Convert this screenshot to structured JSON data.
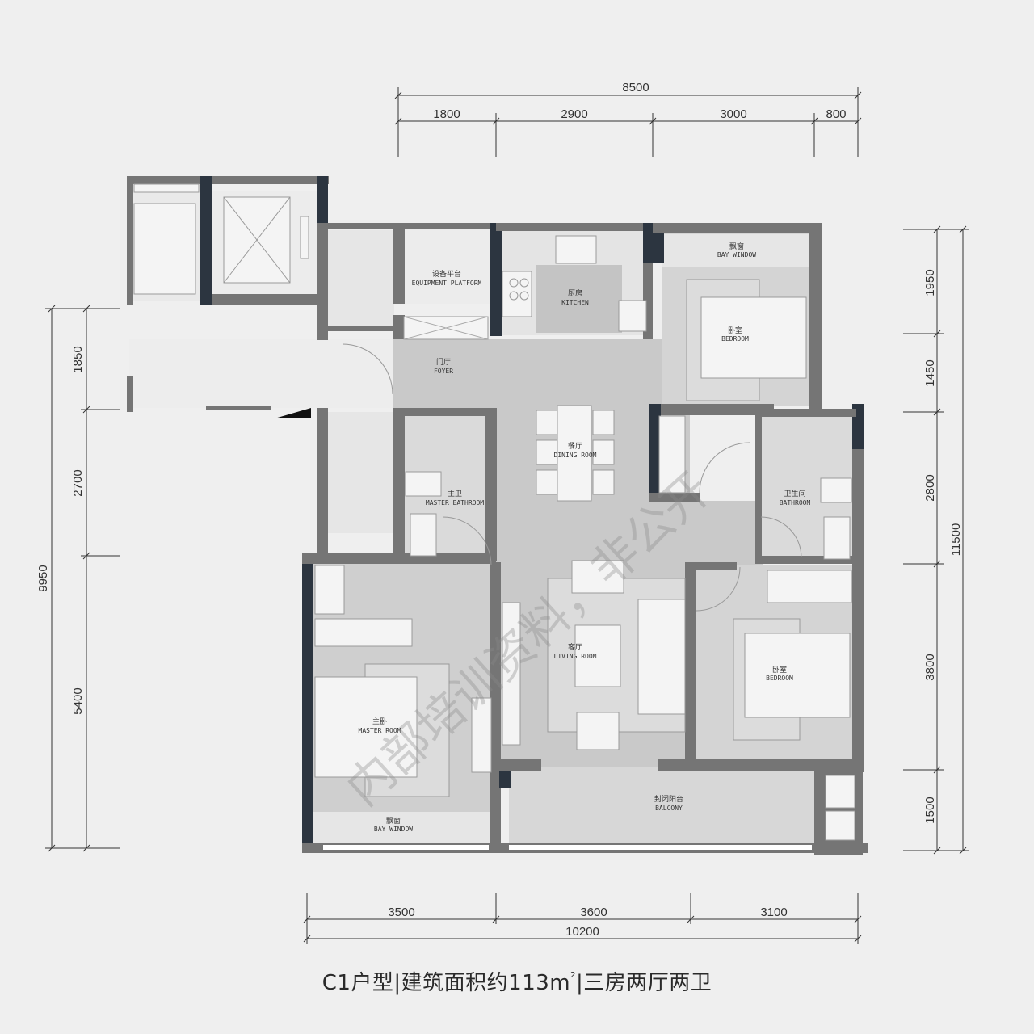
{
  "top_dims": {
    "total": "8500",
    "segments": [
      "1800",
      "2900",
      "3000",
      "800"
    ]
  },
  "bottom_dims": {
    "total": "10200",
    "segments": [
      "3500",
      "3600",
      "3100"
    ]
  },
  "left_dims": {
    "total": "9950",
    "segments": [
      "1850",
      "2700",
      "5400"
    ]
  },
  "right_dims": {
    "total": "11500",
    "segments": [
      "1950",
      "1450",
      "2800",
      "3800",
      "1500"
    ]
  },
  "rooms": {
    "equipment": {
      "cn": "设备平台",
      "en": "EQUIPMENT PLATFORM"
    },
    "kitchen": {
      "cn": "厨房",
      "en": "KITCHEN"
    },
    "bay_top": {
      "cn": "飘窗",
      "en": "BAY WINDOW"
    },
    "bedroom_top": {
      "cn": "卧室",
      "en": "BEDROOM"
    },
    "foyer": {
      "cn": "门厅",
      "en": "FOYER"
    },
    "dining": {
      "cn": "餐厅",
      "en": "DINING ROOM"
    },
    "master_bath": {
      "cn": "主卫",
      "en": "MASTER BATHROOM"
    },
    "bathroom": {
      "cn": "卫生间",
      "en": "BATHROOM"
    },
    "living": {
      "cn": "客厅",
      "en": "LIVING ROOM"
    },
    "bedroom_right": {
      "cn": "卧室",
      "en": "BEDROOM"
    },
    "master": {
      "cn": "主卧",
      "en": "MASTER ROOM"
    },
    "balcony": {
      "cn": "封闭阳台",
      "en": "BALCONY"
    },
    "bay_bottom": {
      "cn": "飘窗",
      "en": "BAY WINDOW"
    }
  },
  "watermark": "内部培训资料，非公开",
  "caption": {
    "type": "C1户型",
    "sep": "|",
    "area_prefix": "建筑面积约113m",
    "area_sup": "2",
    "layout": "三房两厅两卫"
  }
}
